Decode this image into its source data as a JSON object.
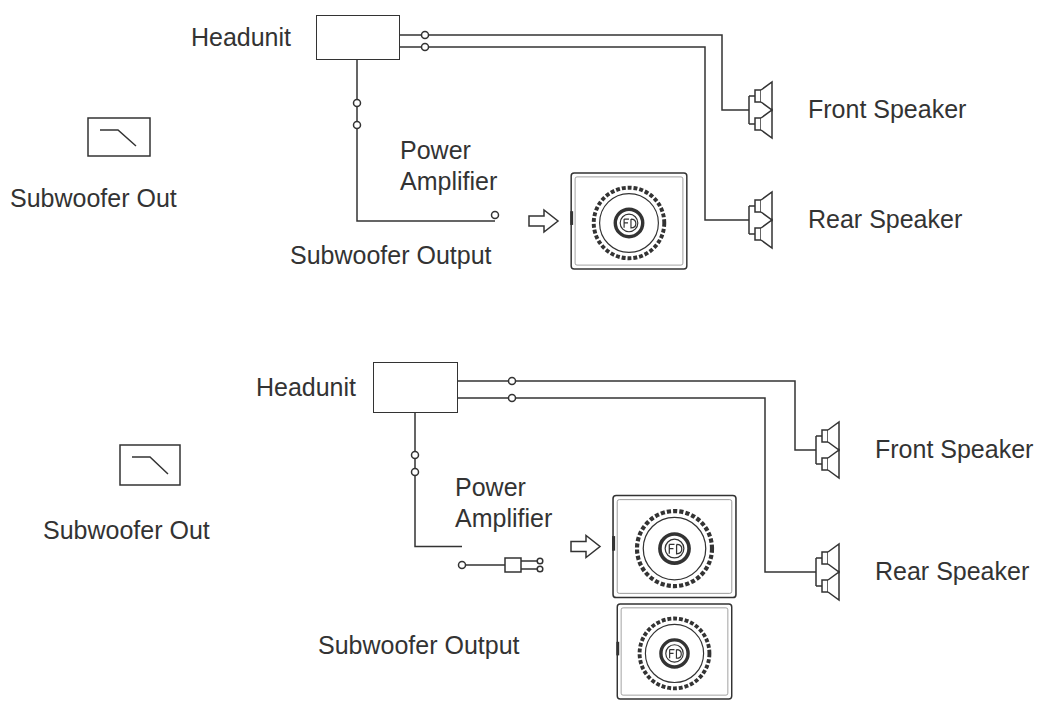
{
  "diagram": {
    "nodes": [
      {
        "text": [
          "Headunit"
        ]
      },
      {
        "text": [
          "Front Speaker"
        ]
      },
      {
        "text": [
          "Rear Speaker"
        ]
      },
      {
        "text": [
          "Power Amplifier"
        ]
      },
      {
        "text": [
          "Headunit"
        ]
      },
      {
        "text": [
          "Front Speaker"
        ]
      },
      {
        "text": [
          "Rear Speaker"
        ]
      },
      {
        "text": [
          "Power Amplifier"
        ]
      }
    ],
    "edges": [
      {
        "from": 0,
        "to": 1,
        "arrow": "none"
      },
      {
        "from": 0,
        "to": 2,
        "arrow": "none"
      },
      {
        "from": 0,
        "to": 3,
        "arrow": "to"
      },
      {
        "from": 4,
        "to": 5,
        "arrow": "none"
      },
      {
        "from": 4,
        "to": 6,
        "arrow": "none"
      },
      {
        "from": 4,
        "to": 7,
        "arrow": "to"
      }
    ],
    "labels": [
      "Subwoofer Out",
      "Subwoofer Output",
      "Subwoofer Out",
      "Subwoofer Output"
    ]
  }
}
